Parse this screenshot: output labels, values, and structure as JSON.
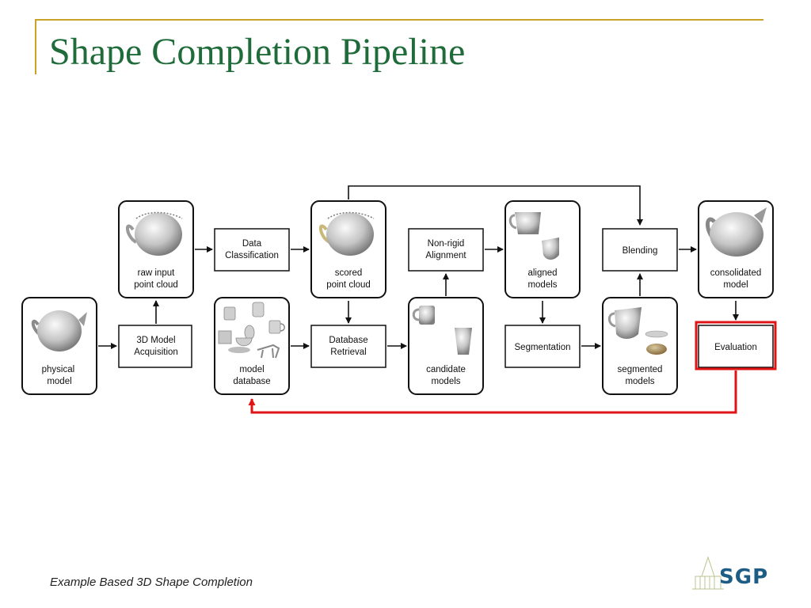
{
  "title": "Shape Completion Pipeline",
  "footer": "Example Based 3D Shape Completion",
  "logo": {
    "text": "SGP"
  },
  "colors": {
    "title": "#1f6b3a",
    "rule": "#c9a326",
    "highlight": "#e01414",
    "logo": "#1d5c85"
  },
  "stages": {
    "physical_model": "physical\nmodel",
    "acquisition": "3D Model\nAcquisition",
    "raw_input": "raw input\npoint cloud",
    "classification": "Data\nClassification",
    "model_database": "model\ndatabase",
    "scored": "scored\npoint cloud",
    "retrieval": "Database\nRetrieval",
    "candidates": "candidate\nmodels",
    "alignment": "Non-rigid\nAlignment",
    "aligned": "aligned\nmodels",
    "segmentation": "Segmentation",
    "segmented": "segmented\nmodels",
    "blending": "Blending",
    "consolidated": "consolidated\nmodel",
    "evaluation": "Evaluation"
  }
}
